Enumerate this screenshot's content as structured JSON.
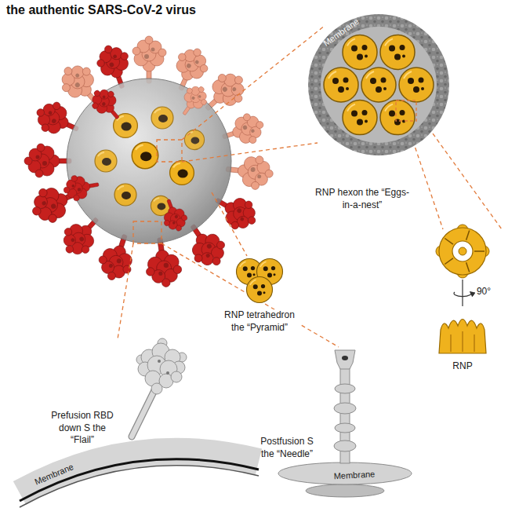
{
  "diagram": {
    "title": "the authentic SARS-CoV-2 virus",
    "labels": [
      "Membrane",
      "RNP hexon the “Eggs-in-a-nest”",
      "90°",
      "RNP tetrahedron the “Pyramid”",
      "RNP",
      "Prefusion RBD down S the “Flail”",
      "Postfusion S the “Needle”",
      "Membrane",
      "Membrane"
    ]
  }
}
